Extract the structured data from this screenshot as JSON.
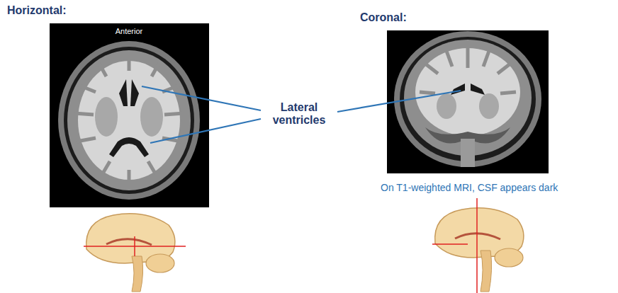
{
  "diagram": {
    "labels": [
      "Horizontal:",
      "Anterior",
      "Coronal:",
      "Lateral ventricles",
      "On T1-weighted MRI, CSF appears dark"
    ]
  }
}
